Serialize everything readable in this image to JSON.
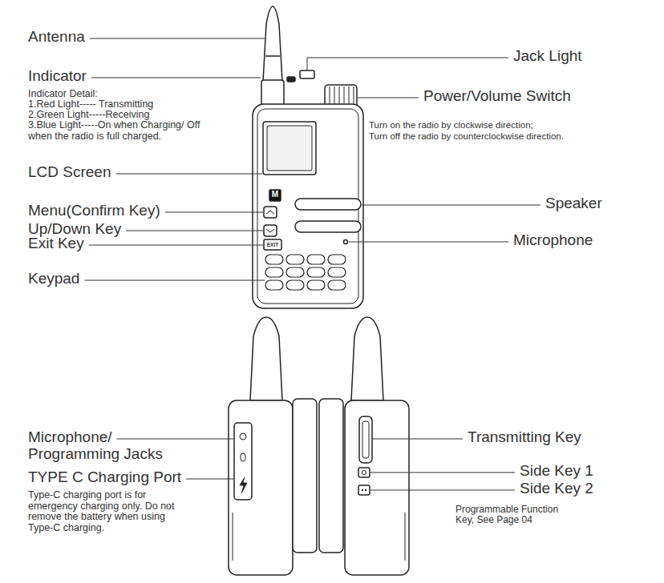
{
  "diagram": {
    "labels": [
      "Antenna",
      "Indicator",
      "Indicator Detail:",
      "1.Red Light----- Transmitting",
      "2.Green Light-----Receiving",
      "3.Blue Light-----On when Charging/ Off when the radio is full charged.",
      "LCD Screen",
      "Menu(Confirm Key)",
      "Up/Down Key",
      "Exit Key",
      "Keypad",
      "Jack Light",
      "Power/Volume Switch",
      "Turn on the radio by clockwise direction;",
      "Turn off the radio by counterclockwise direction.",
      "Speaker",
      "Microphone",
      "Microphone/ Programming Jacks",
      "TYPE C Charging Port",
      "Type-C charging port is for emergency charging only. Do not remove the battery when using Type-C charging.",
      "Transmitting Key",
      "Side Key 1",
      "Side Key 2",
      "Programmable Function Key, See Page 04",
      "M",
      "EXIT"
    ]
  }
}
